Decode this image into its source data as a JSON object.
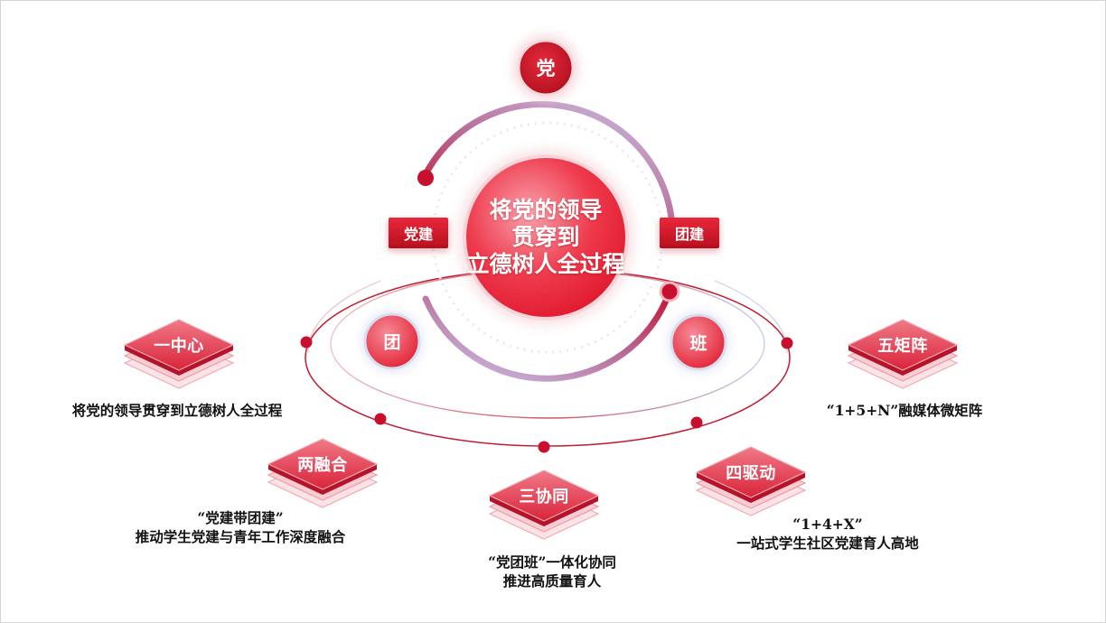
{
  "top_circle": "党",
  "center": {
    "line1": "将党的领导",
    "line2": "贯穿到",
    "line3": "立德树人全过程"
  },
  "tag_left": "党建",
  "tag_right": "团建",
  "circle_left": "团",
  "circle_right": "班",
  "tiles": [
    {
      "title": "一中心",
      "desc_line1": "将党的领导贯穿到立德树人全过程",
      "desc_line2": ""
    },
    {
      "title": "两融合",
      "desc_line1": "“党建带团建”",
      "desc_line2": "推动学生党建与青年工作深度融合"
    },
    {
      "title": "三协同",
      "desc_line1": "“党团班”一体化协同",
      "desc_line2": "推进高质量育人"
    },
    {
      "title": "四驱动",
      "desc_line1": "“1+4+X”",
      "desc_line2": "一站式学生社区党建育人高地"
    },
    {
      "title": "五矩阵",
      "desc_line1": "“1+5+N”融媒体微矩阵",
      "desc_line2": ""
    }
  ],
  "colors": {
    "primary_red": "#d41527",
    "dark_red": "#b3101f",
    "pink": "#f06a78",
    "lavender": "#c7c2e6"
  }
}
